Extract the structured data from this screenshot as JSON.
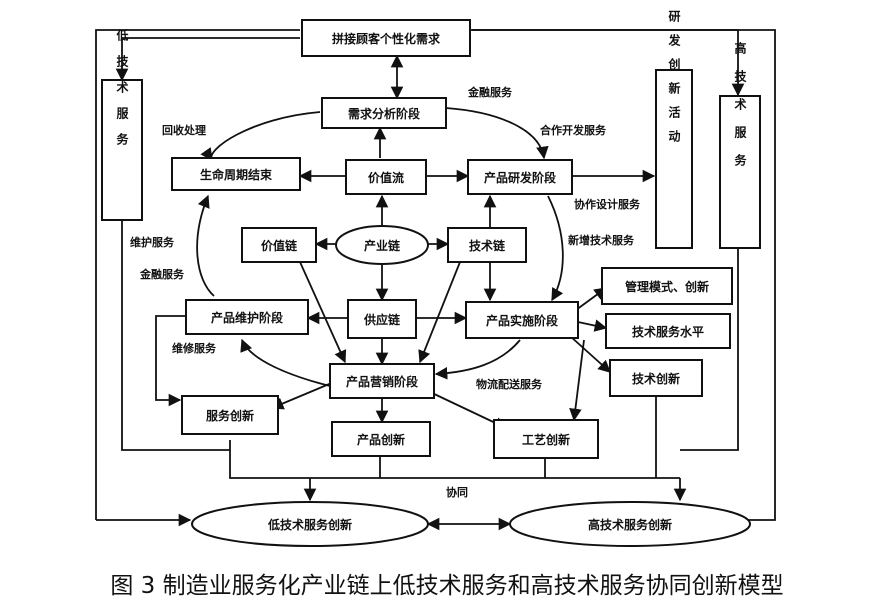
{
  "nodes": {
    "customer_demand": "拼接顾客个性化需求",
    "demand_analysis": "需求分析阶段",
    "lifecycle": "生命周期结束",
    "value_stream": "价值流",
    "product_dev": "产品研发阶段",
    "value_chain": "价值链",
    "industry_chain": "产业链",
    "tech_chain": "技术链",
    "maintenance": "产品维护阶段",
    "supply_chain": "供应链",
    "manufacturing": "产品实施阶段",
    "marketing": "产品营销阶段",
    "service_innovation": "服务创新",
    "product_innovation": "产品创新",
    "process_innovation": "工艺创新",
    "mgmt_mode": "管理模式、创新",
    "tech_service_level": "技术服务水平",
    "tech_innovation": "技术创新",
    "rd_innovation": "研发创新活动",
    "low_tech_service": "低技术服务",
    "high_tech_service": "高技术服务",
    "low_tech_innovation": "低技术服务创新",
    "high_tech_innovation": "高技术服务创新"
  },
  "labels": {
    "financial_service": "金融服务",
    "recycle": "回收处理",
    "coop_dev": "合作开发服务",
    "coop_design": "协作设计服务",
    "new_tech": "新增技术服务",
    "maintain_service": "维护服务",
    "finance_service": "金融服务",
    "repair_service": "维修服务",
    "logistics_service": "物流配送服务",
    "synergy": "协同"
  },
  "caption": "图 3  制造业服务化产业链上低技术服务和高技术服务协同创新模型"
}
